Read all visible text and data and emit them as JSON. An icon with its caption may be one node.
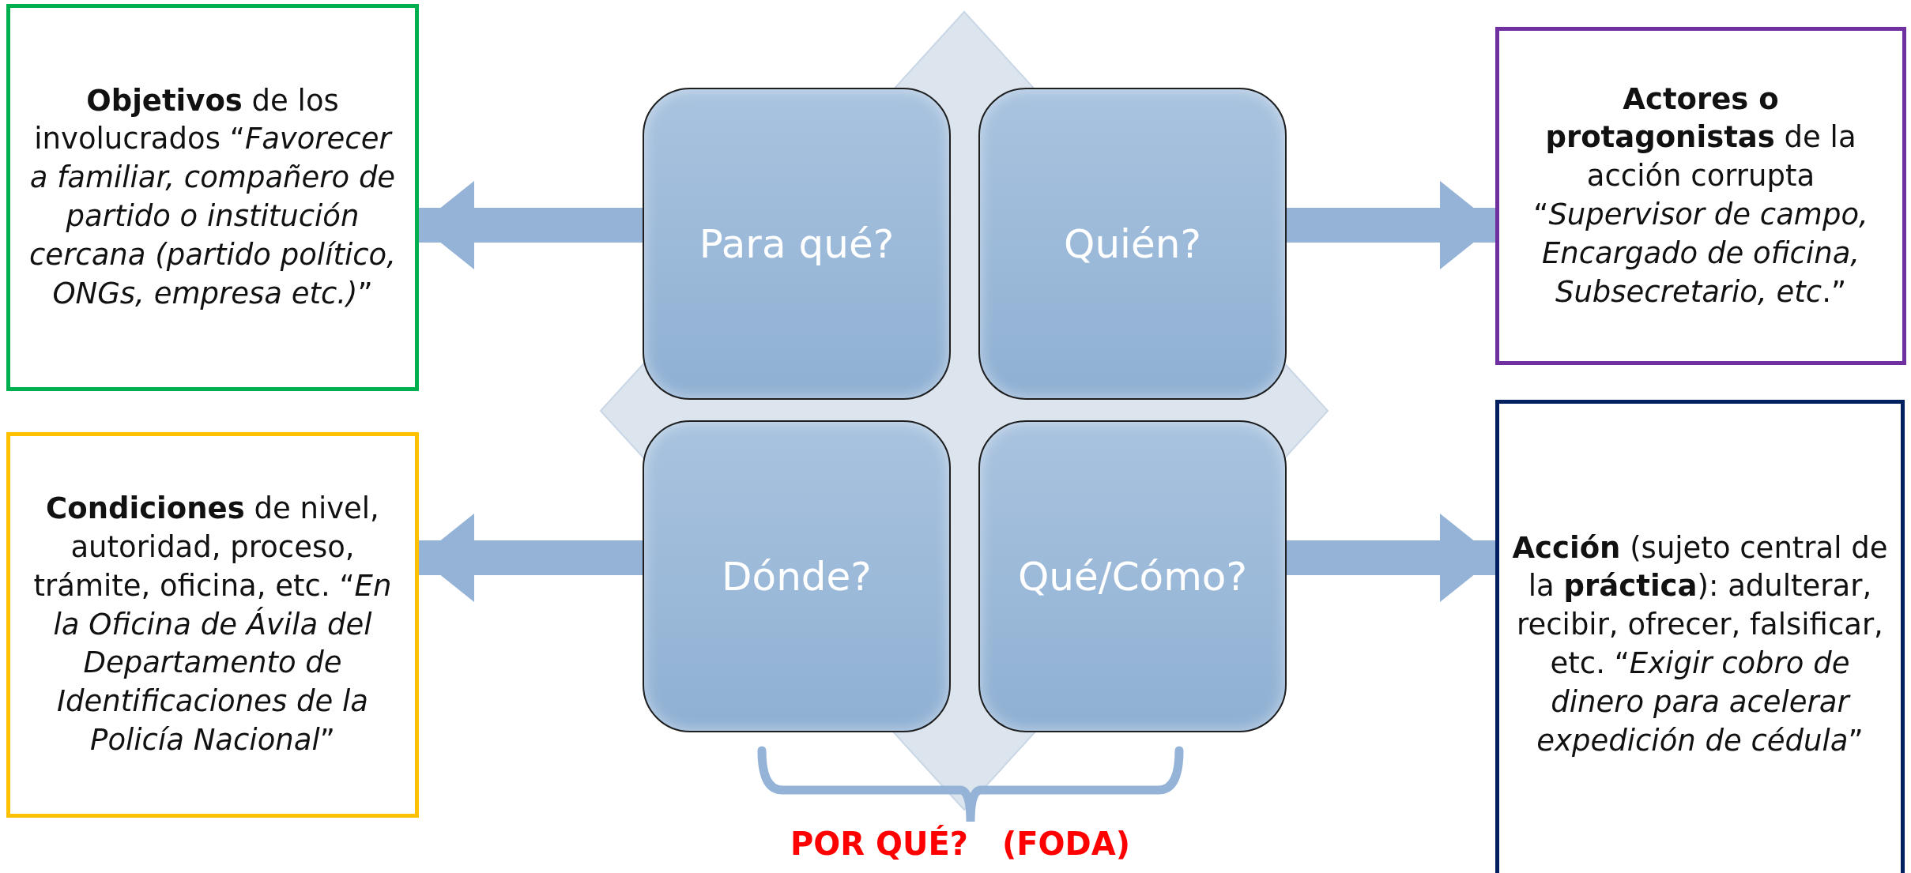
{
  "diagram": {
    "nodes": [
      {
        "text": [
          "Para qué?"
        ]
      },
      {
        "text": [
          "Quién?"
        ]
      },
      {
        "text": [
          "Dónde?"
        ]
      },
      {
        "text": [
          "Qué/Cómo?"
        ]
      },
      {
        "text": [
          "**Objetivos** de los involucrados “*Favorecer a familiar, compañero de partido o institución cercana (partido político, ONGs, empresa etc.)*”"
        ]
      },
      {
        "text": [
          "**Actores o protagonistas** de la acción corrupta “*Supervisor de campo, Encargado de oficina, Subsecretario, etc*.”"
        ]
      },
      {
        "text": [
          "**Condiciones** de nivel, autoridad, proceso, trámite, oficina, etc. “*En la Oficina de Ávila del Departamento de Identificaciones de la Policía Nacional*”"
        ]
      },
      {
        "text": [
          "**Acción** (sujeto central de la **práctica**): adulterar, recibir, ofrecer, falsificar, etc. “*Exigir cobro de dinero para acelerar expedición de cédula*”"
        ]
      }
    ],
    "edges": [
      {
        "from": 0,
        "to": 4,
        "arrow": "to"
      },
      {
        "from": 1,
        "to": 5,
        "arrow": "to"
      },
      {
        "from": 2,
        "to": 6,
        "arrow": "to"
      },
      {
        "from": 3,
        "to": 7,
        "arrow": "to"
      }
    ],
    "labels": [
      "POR QUÉ?",
      "(FODA)"
    ]
  }
}
